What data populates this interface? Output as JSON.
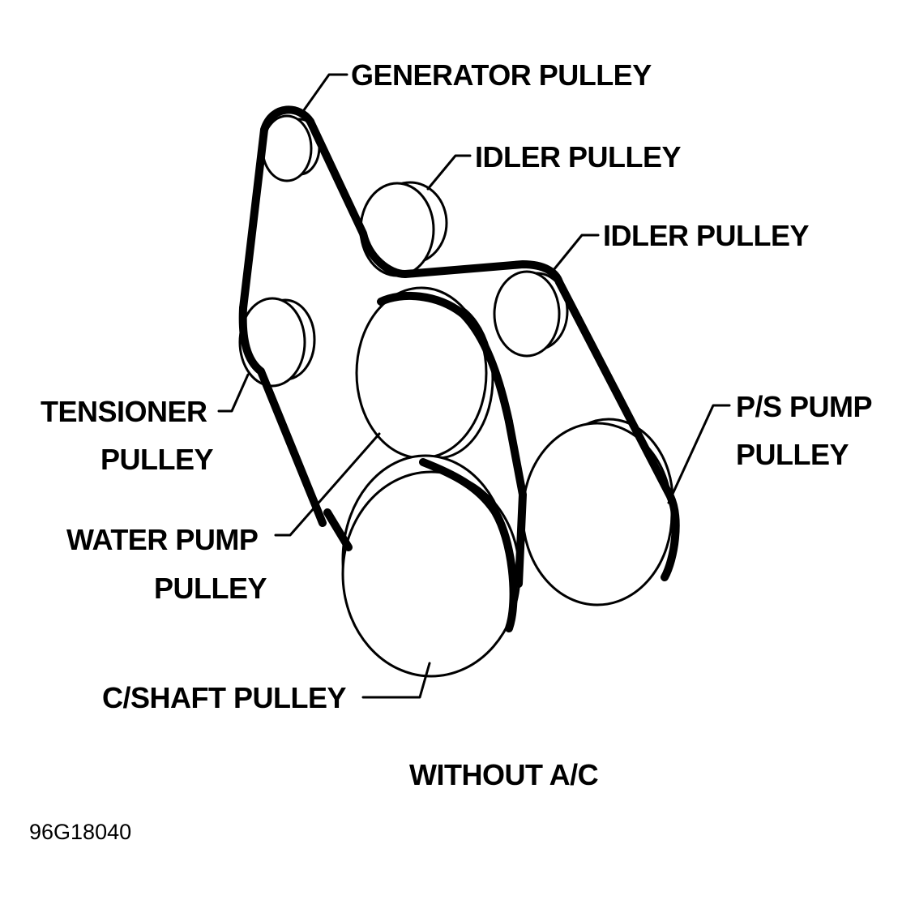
{
  "labels": {
    "generator_pulley": "GENERATOR PULLEY",
    "idler_pulley_upper": "IDLER PULLEY",
    "idler_pulley_right": "IDLER PULLEY",
    "tensioner_line1": "TENSIONER",
    "tensioner_line2": "PULLEY",
    "ps_pump_line1": "P/S PUMP",
    "ps_pump_line2": "PULLEY",
    "water_pump_line1": "WATER PUMP",
    "water_pump_line2": "PULLEY",
    "cshaft_pulley": "C/SHAFT PULLEY"
  },
  "caption": "WITHOUT A/C",
  "figure_number": "96G18040",
  "colors": {
    "line": "#000000",
    "background": "#ffffff"
  }
}
